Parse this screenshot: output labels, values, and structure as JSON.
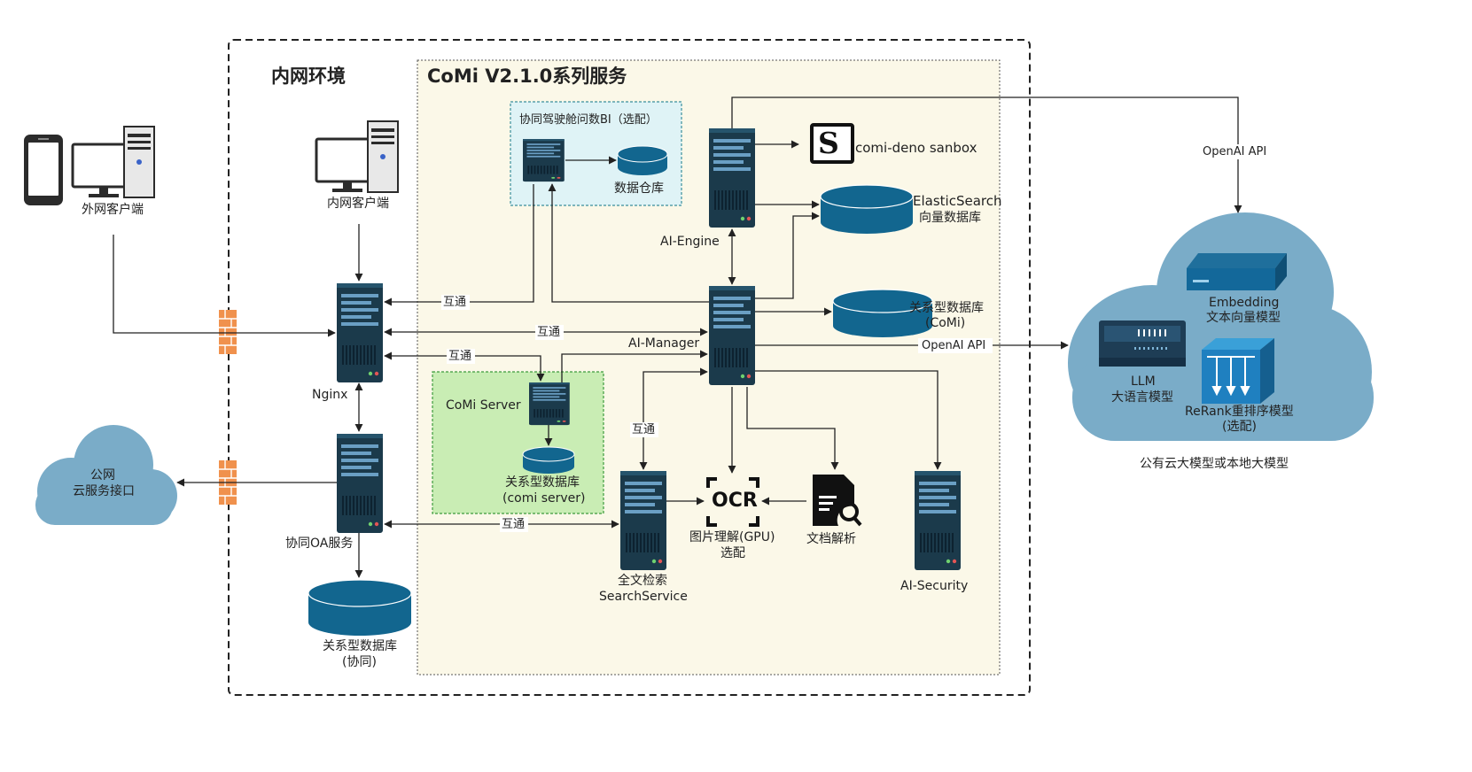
{
  "zones": {
    "intranet_title": "内网环境",
    "comi_title": "CoMi V2.1.0系列服务",
    "bi_title": "协同驾驶舱问数BI（选配）",
    "comi_server_title": "CoMi Server"
  },
  "nodes": {
    "external_client": "外网客户端",
    "internal_client": "内网客户端",
    "nginx": "Nginx",
    "oa_service": "协同OA服务",
    "oa_db_line1": "关系型数据库",
    "oa_db_line2": "(协同)",
    "public_cloud_line1": "公网",
    "public_cloud_line2": "云服务接口",
    "data_warehouse": "数据仓库",
    "comi_server_db_line1": "关系型数据库",
    "comi_server_db_line2": "(comi server)",
    "ai_engine": "AI-Engine",
    "ai_manager": "AI-Manager",
    "sandbox": "comi-deno sanbox",
    "sandbox_letter": "S",
    "es_line1": "ElasticSearch",
    "es_line2": "向量数据库",
    "comi_db_line1": "关系型数据库",
    "comi_db_line2": "(CoMi)",
    "search_line1": "全文检索",
    "search_line2": "SearchService",
    "ocr_text": "OCR",
    "ocr_line1": "图片理解(GPU)",
    "ocr_line2": "选配",
    "doc_parse": "文档解析",
    "ai_security": "AI-Security",
    "embedding_line1": "Embedding",
    "embedding_line2": "文本向量模型",
    "llm_line1": "LLM",
    "llm_line2": "大语言模型",
    "rerank_line1": "ReRank重排序模型",
    "rerank_line2": "(选配)",
    "cloud_models_caption": "公有云大模型或本地大模型"
  },
  "edges": {
    "hutong_1": "互通",
    "hutong_2": "互通",
    "hutong_3": "互通",
    "hutong_4": "互通",
    "hutong_5": "互通",
    "openai_1": "OpenAI API",
    "openai_2": "OpenAI API"
  },
  "colors": {
    "server_body": "#1b3a4b",
    "server_stripe": "#6a9fc4",
    "db_fill": "#12668f",
    "cloud_fill": "#7aacc8",
    "firewall": "#f0914d",
    "comi_zone": "#fbf8e8",
    "bi_zone": "#dff3f6",
    "comi_server_zone": "#c9edb4",
    "line": "#222222"
  },
  "icons": [
    "smartphone-icon",
    "desktop-computer-icon",
    "server-icon",
    "database-icon",
    "cloud-icon",
    "firewall-icon",
    "ocr-icon",
    "document-search-icon",
    "sandbox-logo-icon"
  ]
}
